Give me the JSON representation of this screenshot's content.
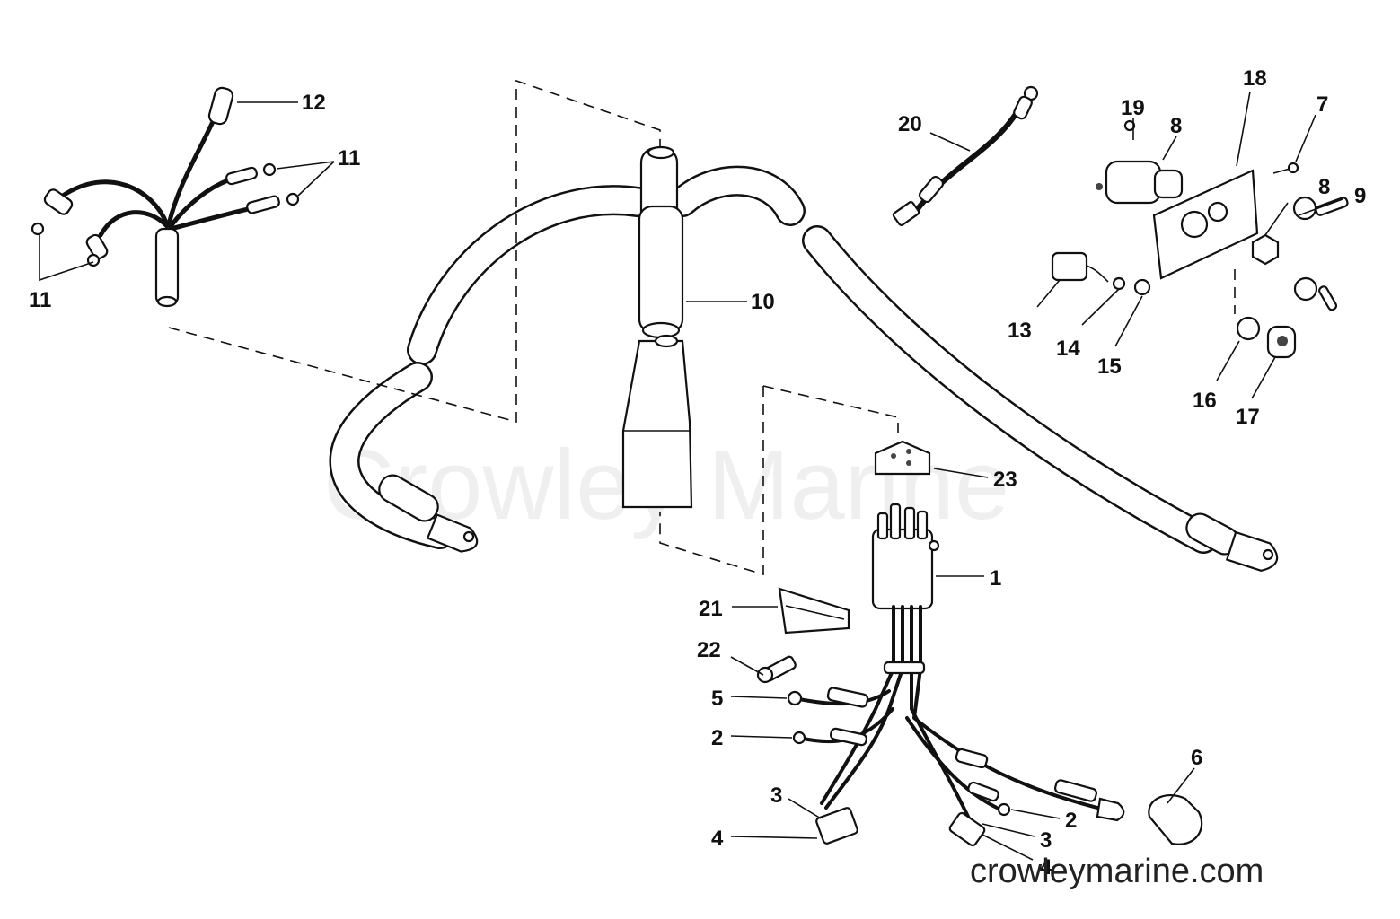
{
  "watermark": "Crowley Marine",
  "site_label": "crowleymarine.com",
  "callouts": {
    "c12": "12",
    "c11a": "11",
    "c11b": "11",
    "c10": "10",
    "c20": "20",
    "c19": "19",
    "c8a": "8",
    "c18": "18",
    "c7": "7",
    "c8b": "8",
    "c9": "9",
    "c13": "13",
    "c14": "14",
    "c15": "15",
    "c16": "16",
    "c17": "17",
    "c23": "23",
    "c1": "1",
    "c21": "21",
    "c22": "22",
    "c5": "5",
    "c2a": "2",
    "c3a": "3",
    "c4a": "4",
    "c2b": "2",
    "c3b": "3",
    "c4b": "4",
    "c6": "6"
  }
}
